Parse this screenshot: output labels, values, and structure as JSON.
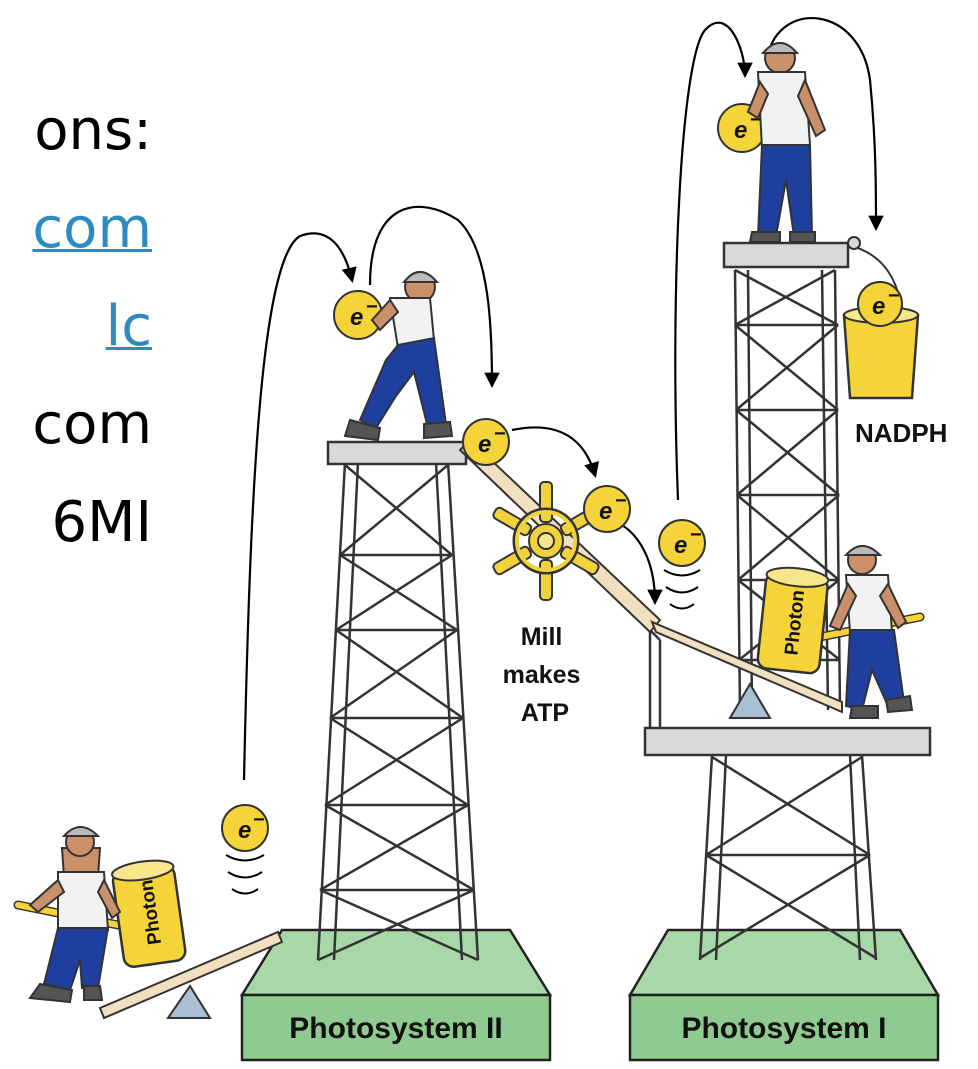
{
  "slide_text": {
    "line1": "ons:",
    "line2": "com",
    "line3": "lc",
    "line4": "com",
    "line5": "6MI"
  },
  "diagram": {
    "labels": {
      "photosystem_ii": "Photosystem II",
      "photosystem_i": "Photosystem I",
      "mill": [
        "Mill",
        "makes",
        "ATP"
      ],
      "nadph": "NADPH",
      "photon": "Photon",
      "electron": "e",
      "electron_charge": "−"
    },
    "colors": {
      "tower_base": "#a8d8a8",
      "electron": "#f5d43a",
      "bucket": "#f5d43a",
      "mill": "#f0d23c",
      "platform": "#d9d9d9",
      "worker_pants": "#1e3f9e",
      "link": "#2e8bc0"
    }
  }
}
